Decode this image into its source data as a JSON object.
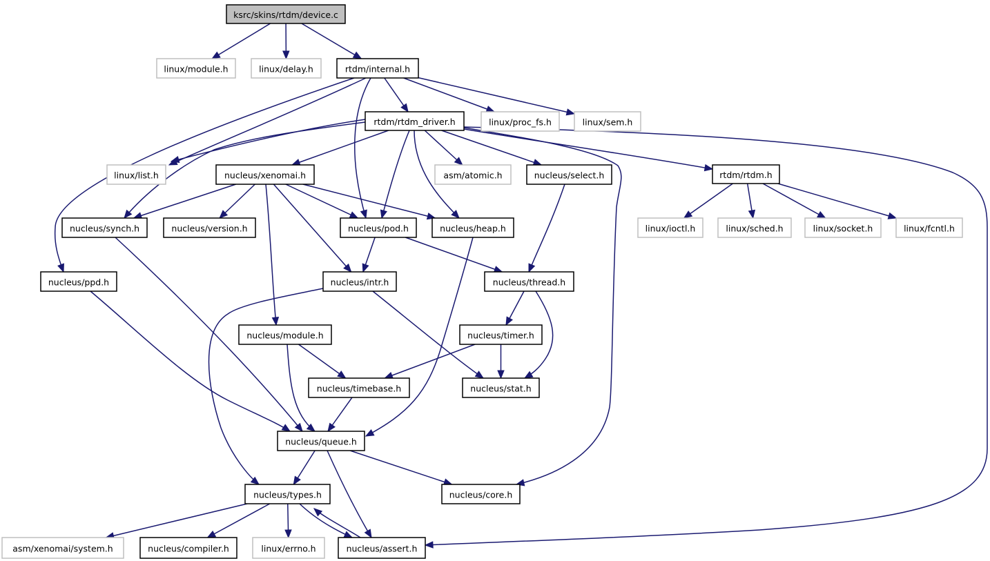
{
  "title": "ksrc/skins/rtdm/device.c",
  "colors": {
    "edge": "#191970",
    "root_fill": "#bfbfbf",
    "local_border": "#000000",
    "external_border": "#bfbfbf"
  },
  "nodes": [
    {
      "id": "device_c",
      "label": "ksrc/skins/rtdm/device.c",
      "kind": "root"
    },
    {
      "id": "linux_module",
      "label": "linux/module.h",
      "kind": "external"
    },
    {
      "id": "linux_delay",
      "label": "linux/delay.h",
      "kind": "external"
    },
    {
      "id": "rtdm_internal",
      "label": "rtdm/internal.h",
      "kind": "local"
    },
    {
      "id": "rtdm_driver",
      "label": "rtdm/rtdm_driver.h",
      "kind": "local"
    },
    {
      "id": "linux_proc_fs",
      "label": "linux/proc_fs.h",
      "kind": "external"
    },
    {
      "id": "linux_sem",
      "label": "linux/sem.h",
      "kind": "external"
    },
    {
      "id": "linux_list",
      "label": "linux/list.h",
      "kind": "external"
    },
    {
      "id": "nucleus_xenomai",
      "label": "nucleus/xenomai.h",
      "kind": "local"
    },
    {
      "id": "asm_atomic",
      "label": "asm/atomic.h",
      "kind": "external"
    },
    {
      "id": "nucleus_select",
      "label": "nucleus/select.h",
      "kind": "local"
    },
    {
      "id": "rtdm_rtdm",
      "label": "rtdm/rtdm.h",
      "kind": "local"
    },
    {
      "id": "nucleus_synch",
      "label": "nucleus/synch.h",
      "kind": "local"
    },
    {
      "id": "nucleus_version",
      "label": "nucleus/version.h",
      "kind": "local"
    },
    {
      "id": "nucleus_pod",
      "label": "nucleus/pod.h",
      "kind": "local"
    },
    {
      "id": "nucleus_heap",
      "label": "nucleus/heap.h",
      "kind": "local"
    },
    {
      "id": "linux_ioctl",
      "label": "linux/ioctl.h",
      "kind": "external"
    },
    {
      "id": "linux_sched",
      "label": "linux/sched.h",
      "kind": "external"
    },
    {
      "id": "linux_socket",
      "label": "linux/socket.h",
      "kind": "external"
    },
    {
      "id": "linux_fcntl",
      "label": "linux/fcntl.h",
      "kind": "external"
    },
    {
      "id": "nucleus_ppd",
      "label": "nucleus/ppd.h",
      "kind": "local"
    },
    {
      "id": "nucleus_intr",
      "label": "nucleus/intr.h",
      "kind": "local"
    },
    {
      "id": "nucleus_thread",
      "label": "nucleus/thread.h",
      "kind": "local"
    },
    {
      "id": "nucleus_module",
      "label": "nucleus/module.h",
      "kind": "local"
    },
    {
      "id": "nucleus_timer",
      "label": "nucleus/timer.h",
      "kind": "local"
    },
    {
      "id": "nucleus_timebase",
      "label": "nucleus/timebase.h",
      "kind": "local"
    },
    {
      "id": "nucleus_stat",
      "label": "nucleus/stat.h",
      "kind": "local"
    },
    {
      "id": "nucleus_queue",
      "label": "nucleus/queue.h",
      "kind": "local"
    },
    {
      "id": "nucleus_types",
      "label": "nucleus/types.h",
      "kind": "local"
    },
    {
      "id": "nucleus_core",
      "label": "nucleus/core.h",
      "kind": "local"
    },
    {
      "id": "asm_xenomai_system",
      "label": "asm/xenomai/system.h",
      "kind": "external"
    },
    {
      "id": "nucleus_compiler",
      "label": "nucleus/compiler.h",
      "kind": "local"
    },
    {
      "id": "linux_errno",
      "label": "linux/errno.h",
      "kind": "external"
    },
    {
      "id": "nucleus_assert",
      "label": "nucleus/assert.h",
      "kind": "local"
    }
  ],
  "edges": [
    {
      "from": "device_c",
      "to": "linux_module"
    },
    {
      "from": "device_c",
      "to": "linux_delay"
    },
    {
      "from": "device_c",
      "to": "rtdm_internal"
    },
    {
      "from": "rtdm_internal",
      "to": "rtdm_driver"
    },
    {
      "from": "rtdm_internal",
      "to": "linux_proc_fs"
    },
    {
      "from": "rtdm_internal",
      "to": "linux_sem"
    },
    {
      "from": "rtdm_internal",
      "to": "linux_list"
    },
    {
      "from": "rtdm_internal",
      "to": "nucleus_ppd"
    },
    {
      "from": "rtdm_internal",
      "to": "nucleus_pod"
    },
    {
      "from": "rtdm_driver",
      "to": "linux_list"
    },
    {
      "from": "rtdm_driver",
      "to": "nucleus_xenomai"
    },
    {
      "from": "rtdm_driver",
      "to": "nucleus_synch"
    },
    {
      "from": "rtdm_driver",
      "to": "nucleus_pod"
    },
    {
      "from": "rtdm_driver",
      "to": "nucleus_heap"
    },
    {
      "from": "rtdm_driver",
      "to": "asm_atomic"
    },
    {
      "from": "rtdm_driver",
      "to": "nucleus_select"
    },
    {
      "from": "rtdm_driver",
      "to": "rtdm_rtdm"
    },
    {
      "from": "rtdm_driver",
      "to": "nucleus_core"
    },
    {
      "from": "rtdm_driver",
      "to": "nucleus_assert"
    },
    {
      "from": "rtdm_rtdm",
      "to": "linux_ioctl"
    },
    {
      "from": "rtdm_rtdm",
      "to": "linux_sched"
    },
    {
      "from": "rtdm_rtdm",
      "to": "linux_socket"
    },
    {
      "from": "rtdm_rtdm",
      "to": "linux_fcntl"
    },
    {
      "from": "nucleus_xenomai",
      "to": "nucleus_synch"
    },
    {
      "from": "nucleus_xenomai",
      "to": "nucleus_version"
    },
    {
      "from": "nucleus_xenomai",
      "to": "nucleus_pod"
    },
    {
      "from": "nucleus_xenomai",
      "to": "nucleus_heap"
    },
    {
      "from": "nucleus_xenomai",
      "to": "nucleus_intr"
    },
    {
      "from": "nucleus_xenomai",
      "to": "nucleus_module"
    },
    {
      "from": "nucleus_select",
      "to": "nucleus_thread"
    },
    {
      "from": "nucleus_pod",
      "to": "nucleus_intr"
    },
    {
      "from": "nucleus_pod",
      "to": "nucleus_thread"
    },
    {
      "from": "nucleus_heap",
      "to": "nucleus_queue"
    },
    {
      "from": "nucleus_synch",
      "to": "nucleus_queue"
    },
    {
      "from": "nucleus_ppd",
      "to": "nucleus_queue"
    },
    {
      "from": "nucleus_intr",
      "to": "nucleus_stat"
    },
    {
      "from": "nucleus_intr",
      "to": "nucleus_types"
    },
    {
      "from": "nucleus_thread",
      "to": "nucleus_timer"
    },
    {
      "from": "nucleus_thread",
      "to": "nucleus_stat"
    },
    {
      "from": "nucleus_timer",
      "to": "nucleus_stat"
    },
    {
      "from": "nucleus_timer",
      "to": "nucleus_timebase"
    },
    {
      "from": "nucleus_module",
      "to": "nucleus_timebase"
    },
    {
      "from": "nucleus_module",
      "to": "nucleus_queue"
    },
    {
      "from": "nucleus_timebase",
      "to": "nucleus_queue"
    },
    {
      "from": "nucleus_queue",
      "to": "nucleus_types"
    },
    {
      "from": "nucleus_queue",
      "to": "nucleus_assert"
    },
    {
      "from": "nucleus_queue",
      "to": "nucleus_core"
    },
    {
      "from": "nucleus_types",
      "to": "asm_xenomai_system"
    },
    {
      "from": "nucleus_types",
      "to": "nucleus_compiler"
    },
    {
      "from": "nucleus_types",
      "to": "linux_errno"
    },
    {
      "from": "nucleus_types",
      "to": "nucleus_assert"
    },
    {
      "from": "nucleus_assert",
      "to": "nucleus_types"
    }
  ]
}
